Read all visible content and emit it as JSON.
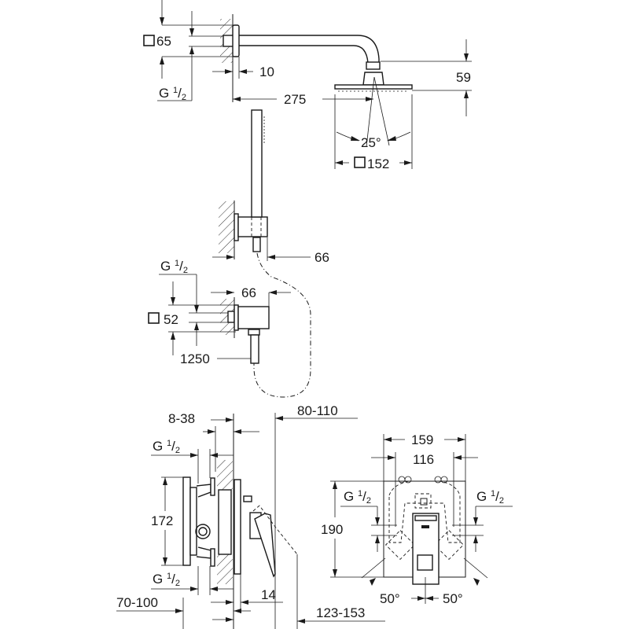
{
  "title": "Shower system dimension drawing",
  "colors": {
    "line": "#1a1a1a",
    "background": "#ffffff"
  },
  "head_shower": {
    "arm_square_label": "65",
    "thread_label": {
      "main": "G ",
      "num": "1",
      "den": "2"
    },
    "flange_offset_label": "10",
    "arm_length_label": "275",
    "head_height_label": "59",
    "spray_angle_label": "25°",
    "head_square_label": "152"
  },
  "hand_shower": {
    "holder_projection_label": "66"
  },
  "wall_outlet": {
    "thread_label": {
      "main": "G ",
      "num": "1",
      "den": "2"
    },
    "outlet_square_label": "52",
    "outlet_projection_label": "66",
    "hose_length_label": "1250"
  },
  "concealed_valve_side": {
    "wall_depth_label": "8-38",
    "finish_depth_label": "80-110",
    "thread_top_label": {
      "main": "G ",
      "num": "1",
      "den": "2"
    },
    "inlet_spacing_label": "172",
    "thread_bottom_label": {
      "main": "G ",
      "num": "1",
      "den": "2"
    },
    "install_depth_label": "70-100",
    "plate_thickness_label": "14",
    "lever_reach_label": "123-153"
  },
  "concealed_valve_front": {
    "plate_width_label": "159",
    "inner_width_label": "116",
    "plate_height_label": "190",
    "thread_left_label": {
      "main": "G ",
      "num": "1",
      "den": "2"
    },
    "thread_right_label": {
      "main": "G ",
      "num": "1",
      "den": "2"
    },
    "angle_left_label": "50°",
    "angle_right_label": "50°"
  }
}
